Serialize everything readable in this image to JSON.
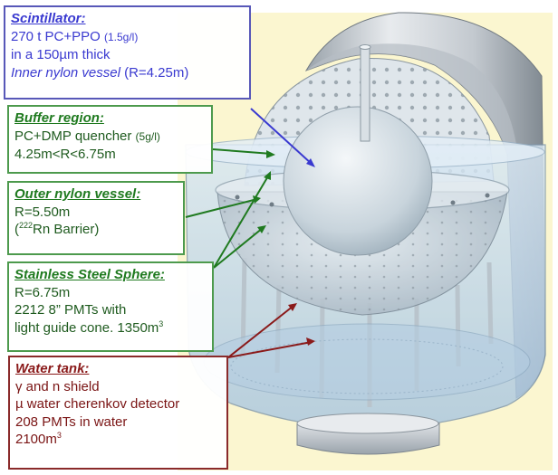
{
  "labels": {
    "scintillator": {
      "title": "Scintillator:",
      "line1": "270 t PC+PPO",
      "line1_small": "(1.5g/l)",
      "line2": "in a 150µm thick",
      "line3_italic": "Inner nylon vessel",
      "line3_rest": "(R=4.25m)"
    },
    "buffer": {
      "title": "Buffer region:",
      "line1": "PC+DMP quencher",
      "line1_small": "(5g/l)",
      "line2": "4.25m<R<6.75m"
    },
    "outer_vessel": {
      "title": "Outer nylon vessel:",
      "line1": "R=5.50m",
      "line2_open": "(",
      "line2_sup": "222",
      "line2_rest": "Rn Barrier)"
    },
    "steel_sphere": {
      "title": "Stainless Steel Sphere:",
      "line1": "R=6.75m",
      "line2": "2212 8” PMTs with",
      "line3": "light guide cone. 1350m",
      "line3_sup": "3"
    },
    "water_tank": {
      "title": "Water tank:",
      "line1": "γ and n shield",
      "line2": "µ water cherenkov detector",
      "line3": "208 PMTs in water",
      "line4": "2100m",
      "line4_sup": "3"
    }
  },
  "colors": {
    "scintillator": "#3a3ad0",
    "buffer_region": "#1f7a1f",
    "water_tank": "#8a1a1a",
    "water": "#c7dcef",
    "steel": "#d8dde2"
  }
}
